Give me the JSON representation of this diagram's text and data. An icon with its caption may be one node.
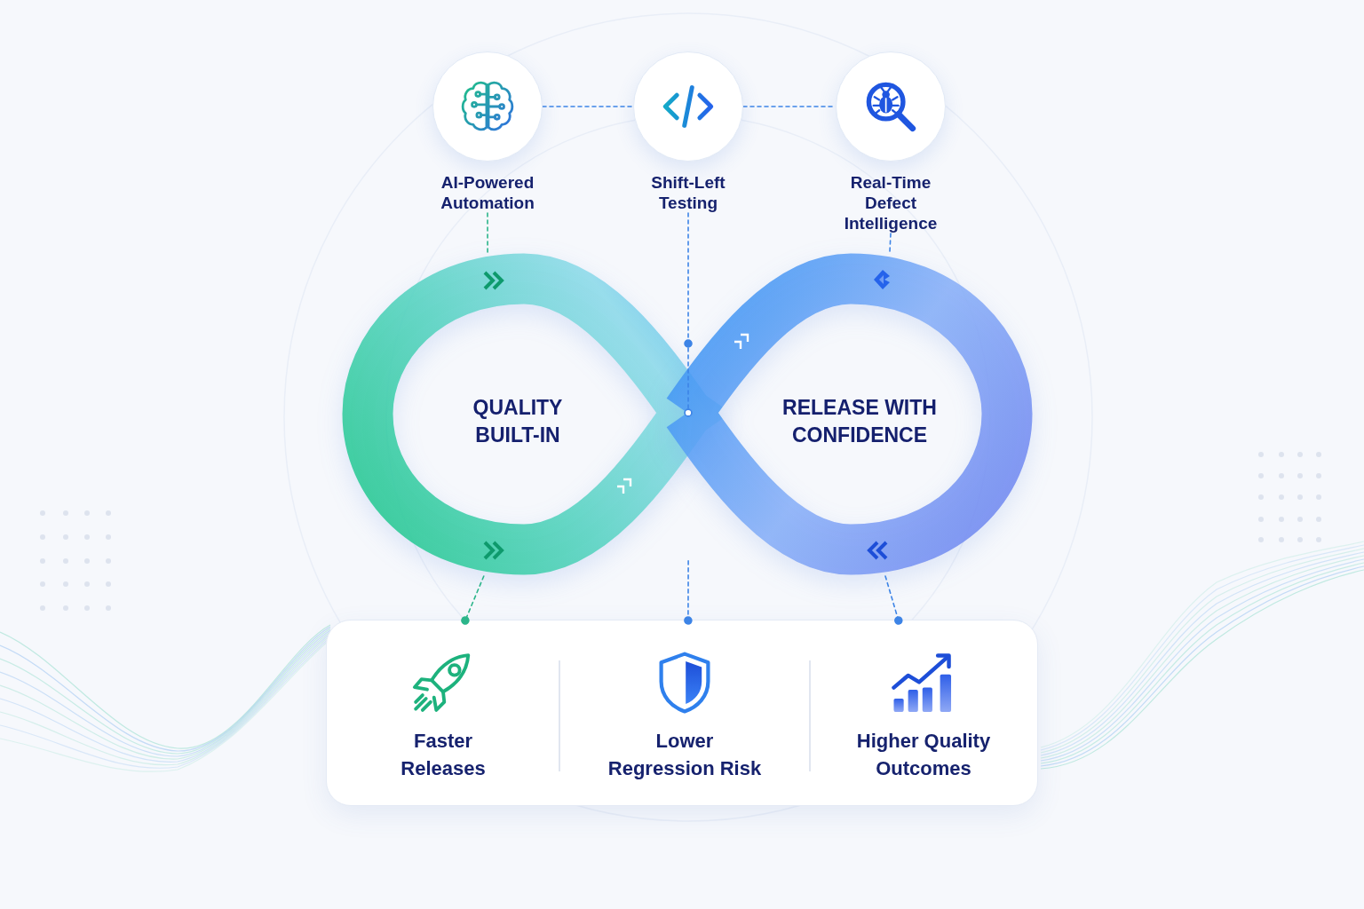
{
  "diagram": {
    "nodes": [
      {
        "text": [
          "AI-Powered Automation"
        ]
      },
      {
        "text": [
          "Shift-Left Testing"
        ]
      },
      {
        "text": [
          "Real-Time Defect Intelligence"
        ]
      },
      {
        "text": [
          "QUALITY BUILT-IN"
        ]
      },
      {
        "text": [
          "RELEASE WITH CONFIDENCE"
        ]
      },
      {
        "text": [],
        "shape": "box"
      },
      {
        "text": [
          "Faster Releases"
        ],
        "in": 5
      },
      {
        "text": [
          "Lower Regression Risk"
        ],
        "in": 5
      },
      {
        "text": [
          "Higher Quality Outcomes"
        ],
        "in": 5
      }
    ],
    "edges": [
      {
        "from": 0,
        "to": 1,
        "arrow": "none",
        "style": "dashed"
      },
      {
        "from": 1,
        "to": 2,
        "arrow": "none",
        "style": "dashed"
      },
      {
        "from": 0,
        "to": 3,
        "arrow": "none",
        "style": "dashed",
        "color": "#2bb58a"
      },
      {
        "from": 1,
        "to": 4,
        "arrow": "other",
        "style": "dashed"
      },
      {
        "from": 2,
        "to": 4,
        "arrow": "none",
        "style": "dashed"
      },
      {
        "from": 3,
        "to": 6,
        "arrow": "other",
        "style": "dashed",
        "color": "#2bb58a"
      },
      {
        "from": 3,
        "to": 7,
        "arrow": "other",
        "style": "dashed"
      },
      {
        "from": 4,
        "to": 8,
        "arrow": "other",
        "style": "dashed"
      }
    ]
  }
}
